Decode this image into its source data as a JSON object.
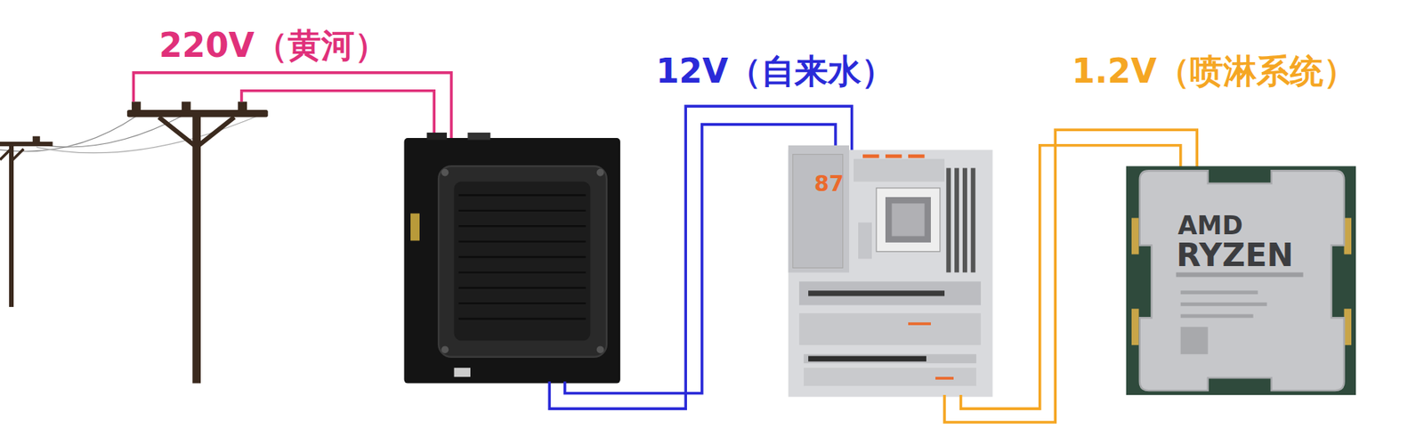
{
  "diagram": {
    "labels": [
      "220V（黄河）",
      "12V（自来水）",
      "1.2V（喷淋系统）",
      "87",
      "AMD",
      "RYZEN"
    ]
  }
}
